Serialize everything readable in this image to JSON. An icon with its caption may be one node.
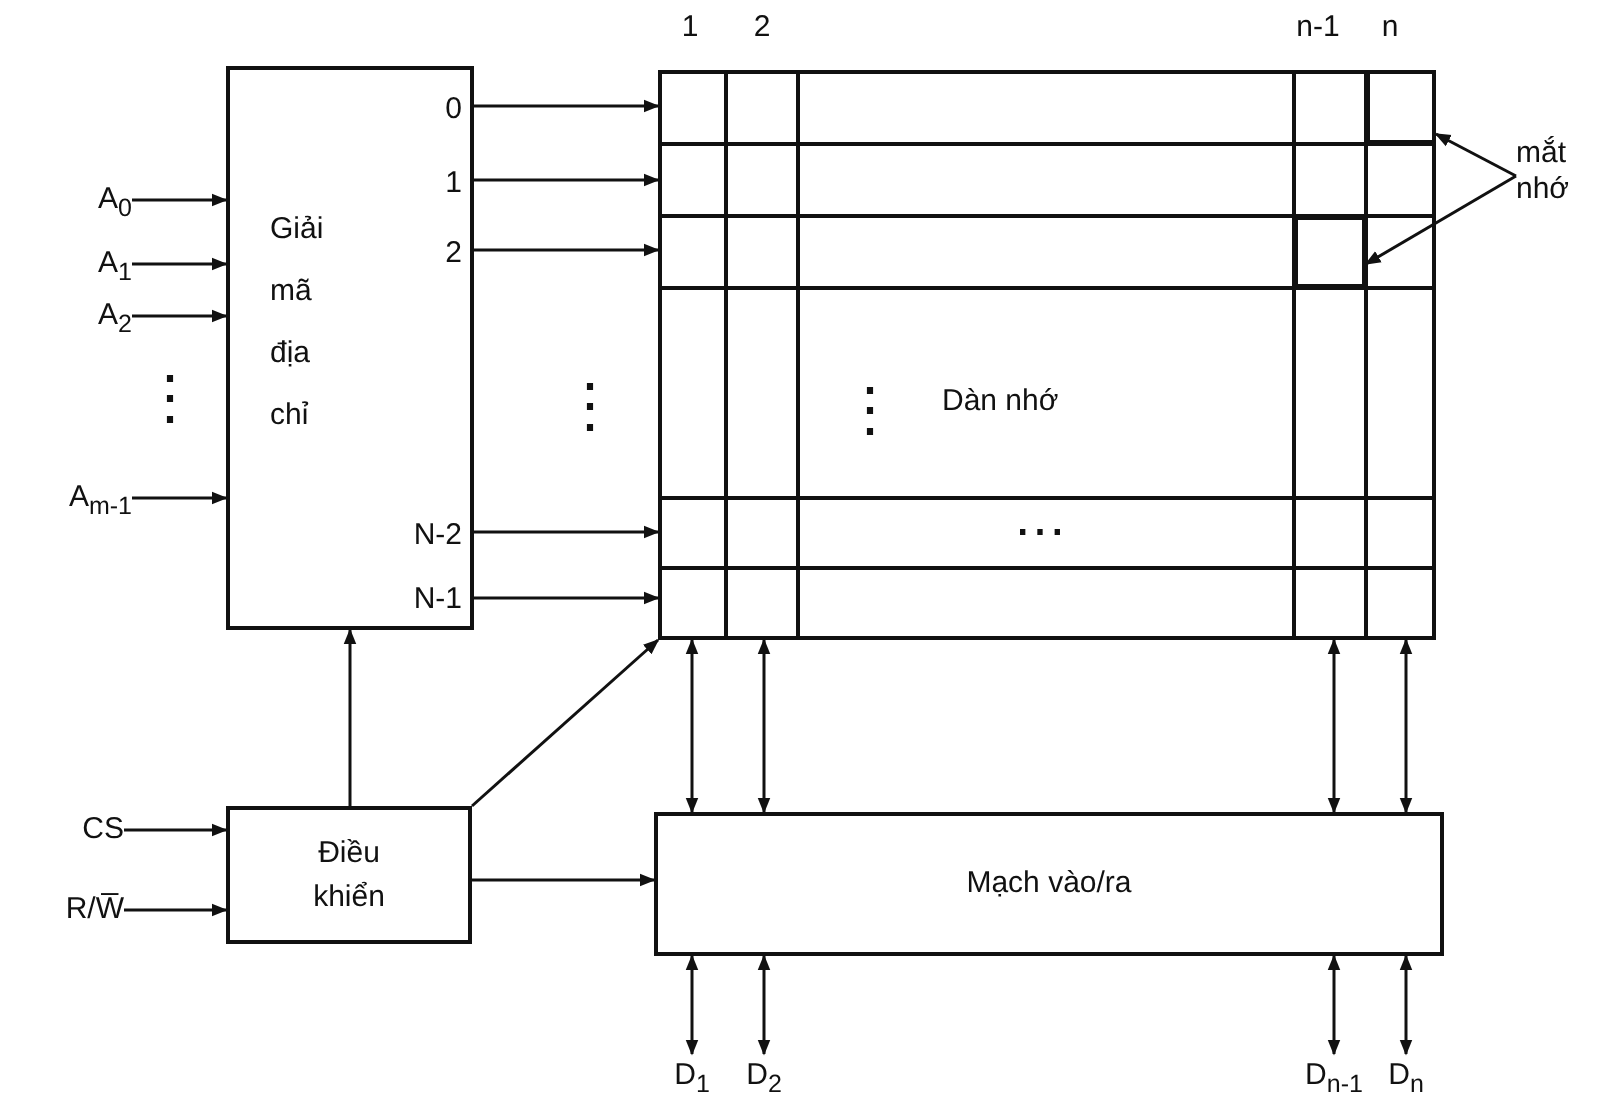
{
  "diagram": {
    "nodes": [
      {
        "text": [
          "Giải mã địa chỉ",
          "0",
          "1",
          "2",
          "N-2",
          "N-1"
        ]
      },
      {
        "text": [
          "Dàn nhớ"
        ]
      },
      {
        "text": [
          "Điều khiển"
        ]
      },
      {
        "text": [
          "Mạch vào/ra"
        ]
      },
      {
        "text": [
          "mắt nhớ"
        ]
      },
      {
        "text": [
          "A$_{0}$"
        ]
      },
      {
        "text": [
          "A$_{1}$"
        ]
      },
      {
        "text": [
          "A$_{2}$"
        ]
      },
      {
        "text": [
          "A$_{m-1}$"
        ]
      },
      {
        "text": [
          "CS"
        ]
      },
      {
        "text": [
          "R/W̅"
        ]
      },
      {
        "text": [
          "D$_{1}$"
        ]
      },
      {
        "text": [
          "D$_{2}$"
        ]
      },
      {
        "text": [
          "D$_{n-1}$"
        ]
      },
      {
        "text": [
          "D$_{n}$"
        ]
      },
      {
        "text": [],
        "shape": "box",
        "in": 1
      },
      {
        "text": [],
        "shape": "box",
        "in": 1
      }
    ],
    "edges": [
      {
        "from": 5,
        "to": 0,
        "arrow": "to"
      },
      {
        "from": 6,
        "to": 0,
        "arrow": "to"
      },
      {
        "from": 7,
        "to": 0,
        "arrow": "to"
      },
      {
        "from": 8,
        "to": 0,
        "arrow": "to"
      },
      {
        "from": 0,
        "to": 1,
        "arrow": "to"
      },
      {
        "from": 0,
        "to": 1,
        "arrow": "to"
      },
      {
        "from": 0,
        "to": 1,
        "arrow": "to"
      },
      {
        "from": 0,
        "to": 1,
        "arrow": "to"
      },
      {
        "from": 0,
        "to": 1,
        "arrow": "to"
      },
      {
        "from": 9,
        "to": 2,
        "arrow": "to"
      },
      {
        "from": 10,
        "to": 2,
        "arrow": "to"
      },
      {
        "from": 2,
        "to": 0,
        "arrow": "to"
      },
      {
        "from": 2,
        "to": 1,
        "arrow": "to"
      },
      {
        "from": 2,
        "to": 3,
        "arrow": "to"
      },
      {
        "from": 1,
        "to": 3,
        "arrow": "both"
      },
      {
        "from": 1,
        "to": 3,
        "arrow": "both"
      },
      {
        "from": 1,
        "to": 3,
        "arrow": "both"
      },
      {
        "from": 1,
        "to": 3,
        "arrow": "both"
      },
      {
        "from": 3,
        "to": 11,
        "arrow": "both"
      },
      {
        "from": 3,
        "to": 12,
        "arrow": "both"
      },
      {
        "from": 3,
        "to": 13,
        "arrow": "both"
      },
      {
        "from": 3,
        "to": 14,
        "arrow": "both"
      },
      {
        "from": 4,
        "to": 15,
        "arrow": "to"
      },
      {
        "from": 4,
        "to": 16,
        "arrow": "to"
      }
    ],
    "labels": [
      "1",
      "2",
      "n-1",
      "n",
      "⋮",
      "⋮",
      "⋮",
      "⋯"
    ]
  }
}
